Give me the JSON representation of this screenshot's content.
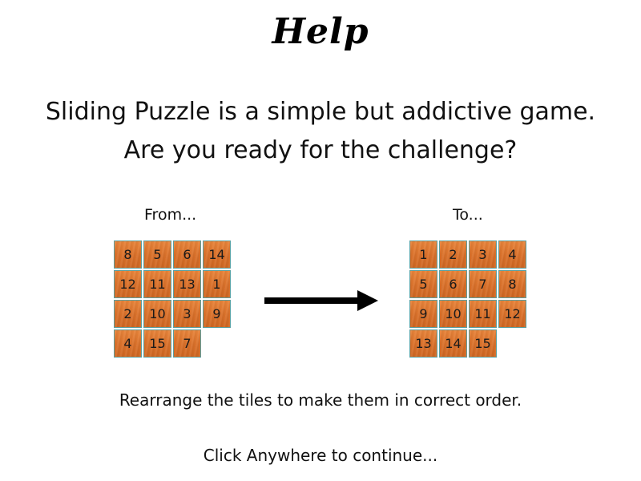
{
  "title": "Help",
  "intro": {
    "line1": "Sliding Puzzle is a simple but addictive game.",
    "line2": "Are you ready for the challenge?"
  },
  "example": {
    "from_label": "From...",
    "to_label": "To...",
    "from_tiles": [
      [
        "8",
        "5",
        "6",
        "14"
      ],
      [
        "12",
        "11",
        "13",
        "1"
      ],
      [
        "2",
        "10",
        "3",
        "9"
      ],
      [
        "4",
        "15",
        "7",
        ""
      ]
    ],
    "to_tiles": [
      [
        "1",
        "2",
        "3",
        "4"
      ],
      [
        "5",
        "6",
        "7",
        "8"
      ],
      [
        "9",
        "10",
        "11",
        "12"
      ],
      [
        "13",
        "14",
        "15",
        ""
      ]
    ],
    "arrow_icon": "right-arrow-icon"
  },
  "instruction": "Rearrange the tiles to make them in correct order.",
  "continue_text": "Click Anywhere to continue...",
  "colors": {
    "tile": "#d9702a",
    "tile_border": "#5a9fa0",
    "background": "#ffffff",
    "text": "#111111"
  }
}
